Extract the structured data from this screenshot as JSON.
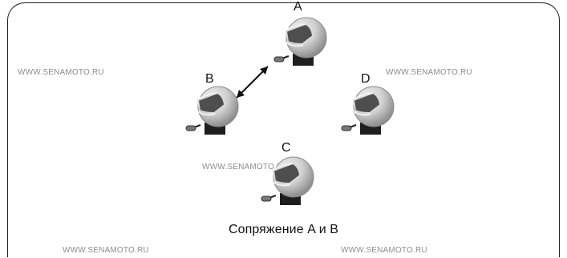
{
  "diagram": {
    "nodes": [
      {
        "id": "a",
        "label": "A"
      },
      {
        "id": "b",
        "label": "B"
      },
      {
        "id": "c",
        "label": "C"
      },
      {
        "id": "d",
        "label": "D"
      }
    ],
    "caption": "Сопряжение A и B",
    "watermarks": [
      "WWW.SENAMOTO.RU",
      "WWW.SENAMOTO.RU",
      "WWW.SENAMOTO.RU",
      "WWW.SENAMOTO.RU",
      "WWW.SENAMOTO.RU"
    ],
    "links": [
      {
        "from": "A",
        "to": "B",
        "style": "double-arrow"
      }
    ],
    "colors": {
      "helmet_light": "#e3e3e3",
      "helmet_dark": "#9f9f9f",
      "visor": "#4e4e4e",
      "base": "#1e1e1e",
      "watermark": "#8d8d8d"
    },
    "icons": {
      "helmet": "motorcycle-helmet-icon",
      "arrow": "double-headed-arrow-icon"
    }
  }
}
